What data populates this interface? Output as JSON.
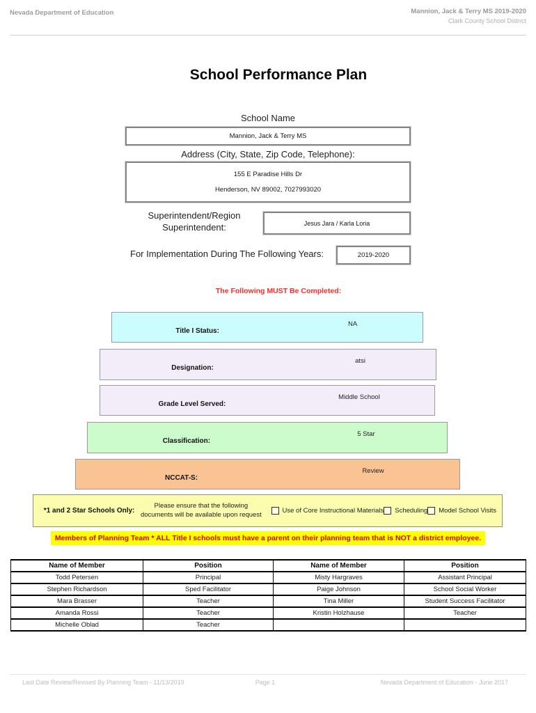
{
  "header": {
    "left": "Nevada Department of Education",
    "school_year": "Mannion, Jack & Terry MS  2019-2020",
    "district": "Clark County School District"
  },
  "title": "School Performance Plan",
  "form": {
    "school_name": {
      "label": "School Name",
      "value": "Mannion, Jack & Terry MS"
    },
    "address": {
      "label": "Address (City, State, Zip Code, Telephone):",
      "line1": "155 E Paradise Hills Dr",
      "line2": "Henderson, NV  89002, 7027993020"
    },
    "superintendent": {
      "label_line1": "Superintendent/Region",
      "label_line2": "Superintendent:",
      "value": "Jesus Jara / Karla Loria"
    },
    "years": {
      "label": "For Implementation During The Following Years:",
      "value": "2019-2020"
    }
  },
  "notice": {
    "text": "The Following MUST Be Completed:",
    "color": "#fe2a2a"
  },
  "status_rows": [
    {
      "label": "Title I Status:",
      "value": "NA",
      "bg": "#cbfdfe"
    },
    {
      "label": "Designation:",
      "value": "atsi",
      "bg": "#f3edfa"
    },
    {
      "label": "Grade Level Served:",
      "value": "Middle School",
      "bg": "#f3edfa"
    },
    {
      "label": "Classification:",
      "value": "5 Star",
      "bg": "#ccfbcc"
    },
    {
      "label": "NCCAT-S:",
      "value": "Review",
      "bg": "#fac394"
    }
  ],
  "star_panel": {
    "bg": "#fcfcae",
    "heading": "*1 and 2 Star Schools Only:",
    "note_line1": "Please ensure that the following",
    "note_line2": "documents will be available upon request",
    "checkboxes": [
      "Use of Core Instructional Materials",
      "Scheduling",
      "Model School Visits"
    ]
  },
  "planning_note": {
    "text": "Members of Planning Team * ALL Title I schools must have a parent on their planning team that is NOT a district employee.",
    "highlight": "#ffff00"
  },
  "members_table": {
    "headers": [
      "Name of Member",
      "Position",
      "Name of Member",
      "Position"
    ],
    "rows": [
      [
        "Todd Petersen",
        "Principal",
        "Misty Hargraves",
        "Assistant Principal"
      ],
      [
        "Stephen Richardson",
        "Sped Facilitator",
        "Paige Johnson",
        "School Social Worker"
      ],
      [
        "Mara Brasser",
        "Teacher",
        "Tina Miller",
        "Student Success Facilitator"
      ],
      [
        "Amanda Rossi",
        "Teacher",
        "Kristin Holzhause",
        "Teacher"
      ],
      [
        "Michelle Oblad",
        "Teacher",
        "",
        ""
      ]
    ]
  },
  "footer": {
    "left": "Last Date Review/Revised By Planning Team - 11/13/2019",
    "center": "Page 1",
    "right": "Nevada Department of Education - June 2017"
  }
}
